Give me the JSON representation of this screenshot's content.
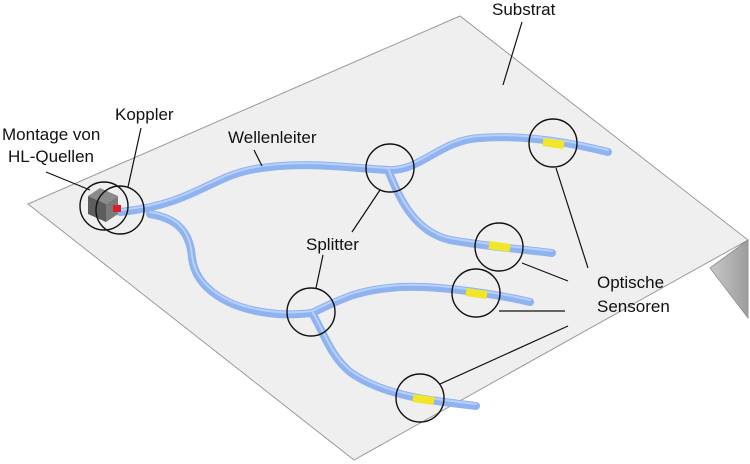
{
  "labels": {
    "substrat": "Substrat",
    "koppler": "Koppler",
    "montage_line1": "Montage von",
    "montage_line2": "HL-Quellen",
    "wellenleiter": "Wellenleiter",
    "splitter": "Splitter",
    "optische": "Optische",
    "sensoren": "Sensoren"
  },
  "colors": {
    "substrate_fill": "#efefef",
    "substrate_edge": "#9a9a9a",
    "waveguide": "#8fb2f0",
    "waveguide_highlight": "#b9d0fa",
    "sensor": "#f2e62a",
    "source_block": "#6b6b6b",
    "source_emitter": "#d8202a"
  }
}
